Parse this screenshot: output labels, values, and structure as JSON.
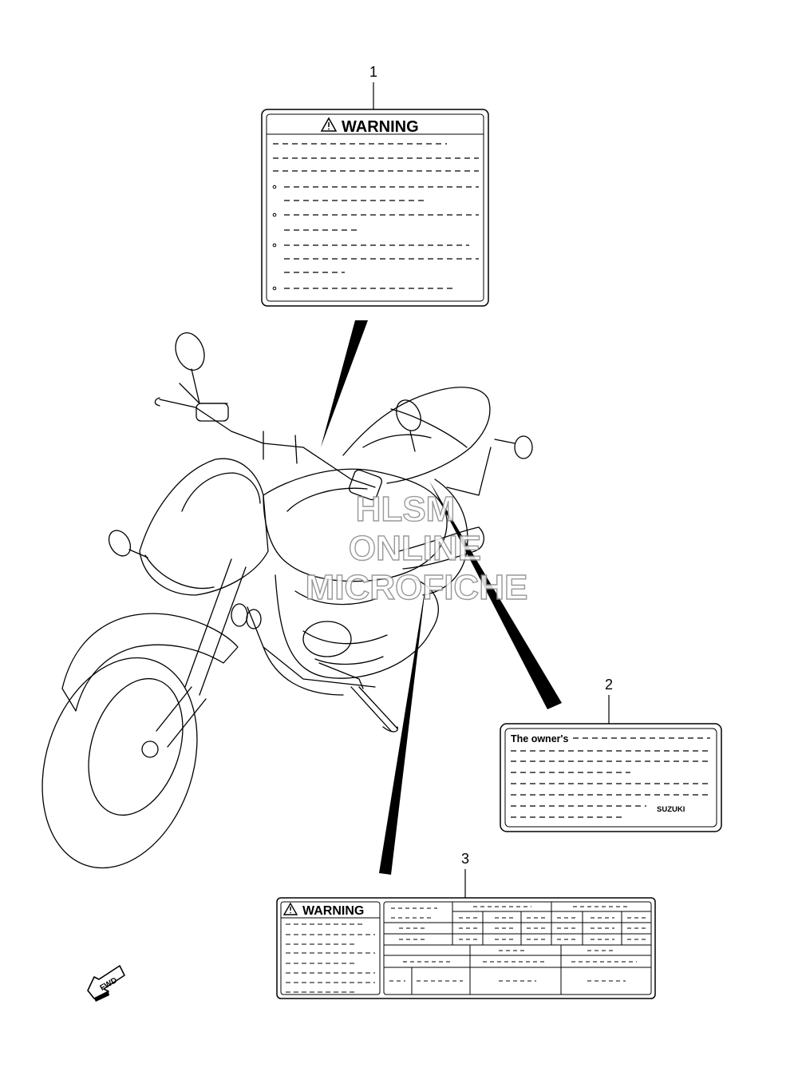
{
  "callouts": [
    {
      "number": "1"
    },
    {
      "number": "2"
    },
    {
      "number": "3"
    }
  ],
  "label_1": {
    "heading": "WARNING"
  },
  "label_2": {
    "first_line": "The owner's",
    "brand": "SUZUKI"
  },
  "label_3": {
    "heading": "WARNING"
  },
  "watermark": {
    "line1": "HLSM",
    "line2": "ONLINE",
    "line3": "MICROFICHE"
  },
  "direction_indicator": {
    "text": "FWD"
  },
  "icons": {
    "warning": "warning-triangle-icon",
    "direction": "fwd-arrow-icon"
  }
}
